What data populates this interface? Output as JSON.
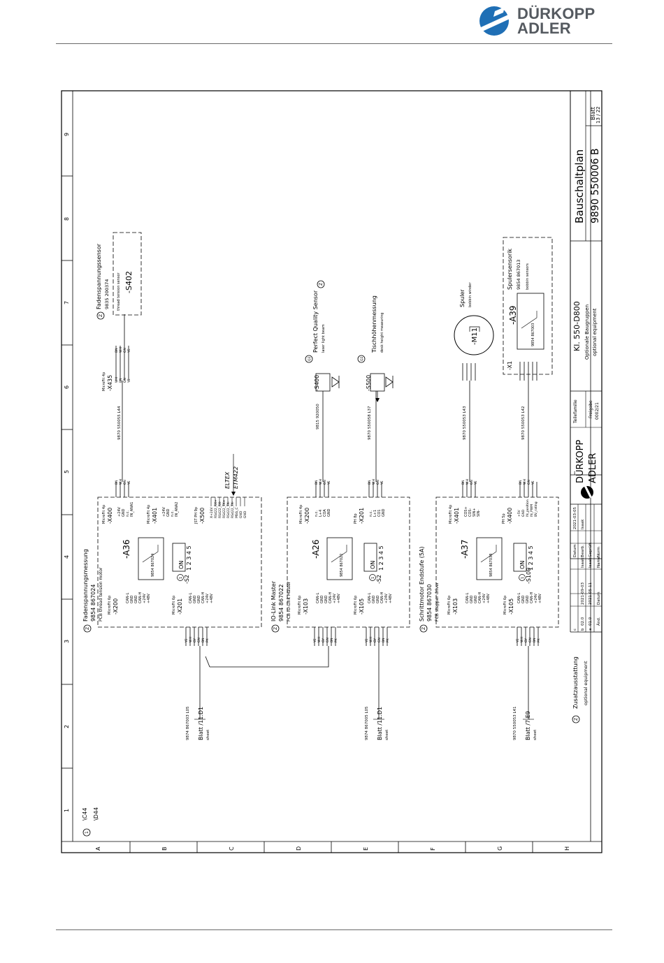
{
  "header": {
    "brand_line1": "DÜRKOPP",
    "brand_line2": "ADLER",
    "brand_color": "#1f6fb5"
  },
  "title_block": {
    "doc_type": "Bauschaltplan",
    "doc_number": "9890   550006  B",
    "sheet_label": "Blatt",
    "sheet_value": "13 / 22",
    "class_line": "Kl. 550-D800",
    "subtitle_de": "Optionale Baugruppen",
    "subtitle_en": "optional equipment",
    "family_label": "Teilefamilie",
    "release_label": "Freigabe",
    "release_value": "0002/21",
    "brand_line1": "DÜRKOPP",
    "brand_line2": "ADLER",
    "rev_rows": [
      {
        "idx": "c",
        "rev": "",
        "date": "",
        "name": "",
        "col4": "Datum",
        "col5": "2021-03-05"
      },
      {
        "idx": "b",
        "rev": "02.0",
        "date": "2021-09-03",
        "name": "Isaak",
        "col4": "Bearb.",
        "col5": "Isaak"
      },
      {
        "idx": "a",
        "rev": "01.0",
        "date": "2021-05-11",
        "name": "Isaak",
        "col4": "Geprüft",
        "col5": ""
      },
      {
        "idx": "",
        "rev": "Änd.",
        "date": "Datum",
        "name": "Name",
        "col4": "Norm",
        "col5": ""
      }
    ]
  },
  "frame": {
    "rows": [
      "A",
      "B",
      "C",
      "D",
      "E",
      "F",
      "G",
      "H"
    ],
    "cols": [
      "1",
      "2",
      "3",
      "4",
      "5",
      "6",
      "7",
      "8",
      "9"
    ]
  },
  "notes": {
    "n1_marker": "1",
    "n1_line1": "\\C44",
    "n1_line2": "\\D44",
    "z_marker": "Z",
    "z_title": "Zusatzausstattung",
    "z_sub": "optional equipment",
    "q2_marker": "Q2"
  },
  "modules": {
    "a36": {
      "title": "Fadenspannungsmessung",
      "part": "9854 867024",
      "desc": "PCB thread tension motor",
      "ref": "-A36",
      "chip": "9854 867024",
      "switch_on": "ON",
      "switch_nums": "1 2 3 4 5",
      "switch_ref": "-S2",
      "x200_type": "MicroFit 6p",
      "x200_ref": "-X200",
      "x200_pins": [
        "CAN-L",
        "GND",
        "GND",
        "CAN-H",
        "+24V",
        "+48V"
      ],
      "x201_type": "MicroFit 6p",
      "x201_ref": "-X201",
      "x201_pins": [
        "CAN-L",
        "GND",
        "GND",
        "CAN-H",
        "+24V",
        "+48V"
      ],
      "x400_type": "MicroFit 4p",
      "x400_ref": "-X400",
      "x400_pins": [
        "+24V",
        "GND",
        "n.c.",
        "IN_ANA1"
      ],
      "x401_type": "MicroFit 4p",
      "x401_ref": "-X401",
      "x401_pins": [
        "+24V",
        "GND",
        "n.c.",
        "IN_ANA2"
      ],
      "x500_type": "JST PH 9p",
      "x500_ref": "-X500",
      "x500_pins": [
        "X+24V",
        "RS422_RX+",
        "RS422_RX-",
        "RS422_TX+",
        "RS422_TX-",
        "RS422_TX-",
        "MSG_C",
        "GND",
        "GND"
      ],
      "eltex1": "ELTEX",
      "eltex2": "ETM422"
    },
    "a26": {
      "title": "IO-Link Master",
      "part": "9854 867022",
      "desc": "PCB IO-Link Master",
      "ref": "-A26",
      "chip": "9854 867022",
      "switch_on": "ON",
      "switch_nums": "1 2 3 4 5",
      "switch_ref": "-S2",
      "x103_type": "MicroFit 6p",
      "x103_ref": "-X103",
      "x103_pins": [
        "CAN-L",
        "GND",
        "GND",
        "CAN-H",
        "+24V",
        "+48V"
      ],
      "x105_type": "MicroFit 6p",
      "x105_ref": "-X105",
      "x105_pins": [
        "CAN-L",
        "GND",
        "GND",
        "CAN-H",
        "+24V",
        "+48V"
      ],
      "x200_type": "MicroFit 4p",
      "x200_ref": "-X200",
      "x200_pins": [
        "n.c.",
        "L+4",
        "COA",
        "GND"
      ],
      "x201_type": "PH 8p",
      "x201_ref": "-X201",
      "x201_pins": [
        "n.c.",
        "L+1",
        "CO1",
        "GND"
      ]
    },
    "a37": {
      "title": "Schrittmotor Endstufe (5A)",
      "part": "9854 867030",
      "desc": "PCB stepper driver",
      "ref": "-A37",
      "chip": "9854 867038",
      "switch_on": "ON",
      "switch_nums": "1 2 3 4 5",
      "switch_ref": "-S100",
      "x103_type": "MicroFit 6p",
      "x103_ref": "-X103",
      "x103_pins": [
        "CAN-L",
        "GND",
        "GND",
        "CAN-H",
        "+24V",
        "+48V"
      ],
      "x105_type": "MicroFit 6p",
      "x105_ref": "-X105",
      "x105_pins": [
        "CAN-L",
        "GND",
        "GND",
        "CAN-H",
        "+24V",
        "+48V"
      ],
      "x401_type": "MicroFit 4p",
      "x401_ref": "-X401",
      "x401_pins": [
        "COS+",
        "COS-",
        "SIN+",
        "SIN-"
      ],
      "x400_type": "PH 5p",
      "x400_ref": "-X400",
      "x400_pins": [
        "+5V",
        "GND",
        "IN_position",
        "IN_PWM",
        "BV_rating"
      ]
    }
  },
  "cables": {
    "c1": "9870 550055 L44",
    "c2": "9815 920050",
    "c3": "9870 550058 L37",
    "c4": "9870 550053 L43",
    "c5": "9870 550053 L42",
    "c_a36": "9874 867003 L05",
    "c_a26": "9874 867005 L05",
    "c_a37": "9870 550053 L41"
  },
  "sheet_refs": {
    "r1": "Blatt /11.D1",
    "r2": "Blatt /11.D1",
    "r3": "Blatt /7.E9",
    "sheet_en": "sheet"
  },
  "devices": {
    "x435_type": "MicroFit 4p",
    "x435_ref": "-X435",
    "x435_pins": [
      "WH",
      "BN",
      "GN",
      "YE"
    ],
    "x435_out": [
      "BN",
      "WH",
      "GN",
      "YE"
    ],
    "s402_title": "Fadenspannungssensor",
    "s402_part": "9835 200374",
    "s402_desc": "thread tension sensor",
    "s402_ref": "-S402",
    "s400_ref": "-S400",
    "s400_title": "Perfect Quality Sensor",
    "s400_desc": "laser light beam",
    "s500_ref": "-S500",
    "s500_title": "Tischhöhenmessung",
    "s500_desc": "desk height measuring",
    "m11_ref": "-M11",
    "m11_title": "Spuler",
    "m11_desc": "bobbin winder",
    "a39_ref": "-A39",
    "a39_chip": "9854 867003",
    "a39_title": "Spulersensorik",
    "a39_part": "9854 867013",
    "a39_desc": "bobbin sensors",
    "x1_ref": "-X1",
    "wire4": [
      "BN",
      "WH",
      "GN",
      "YE"
    ],
    "wire6": [
      "YE",
      "WH",
      "GY",
      "GN",
      "BN",
      "PK"
    ],
    "wire6b": [
      "YE",
      "WH",
      "GY",
      "GN",
      "BN",
      "PK"
    ],
    "wire6c": [
      "YE",
      "WH",
      "GY",
      "GN",
      "BN",
      "PK"
    ]
  }
}
